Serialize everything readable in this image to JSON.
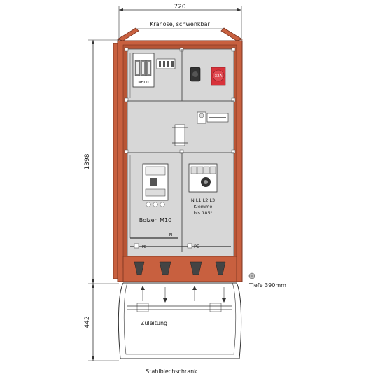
{
  "dimensions": {
    "width": "720",
    "height_cabinet": "1398",
    "height_base": "442"
  },
  "labels": {
    "crane_eye": "Kranöse, schwenkbar",
    "depth": "Tiefe 390mm",
    "supply": "Zuleitung",
    "cabinet_type": "Stahlblechschrank",
    "bolt": "Bolzen M10",
    "neutral": "N",
    "pe": "PE",
    "pe_small": "PE",
    "fuse": "NH00",
    "socket_rating": "32A",
    "terminal_phases": "N L1 L2 L3",
    "terminal": "Klemme",
    "terminal_range": "bis 185²"
  },
  "colors": {
    "cabinet_frame": "#c8603f",
    "cabinet_inner_border": "#8a3a22",
    "panel_fill": "#d7d7d7",
    "socket_red": "#d8323a",
    "line": "#333333"
  }
}
